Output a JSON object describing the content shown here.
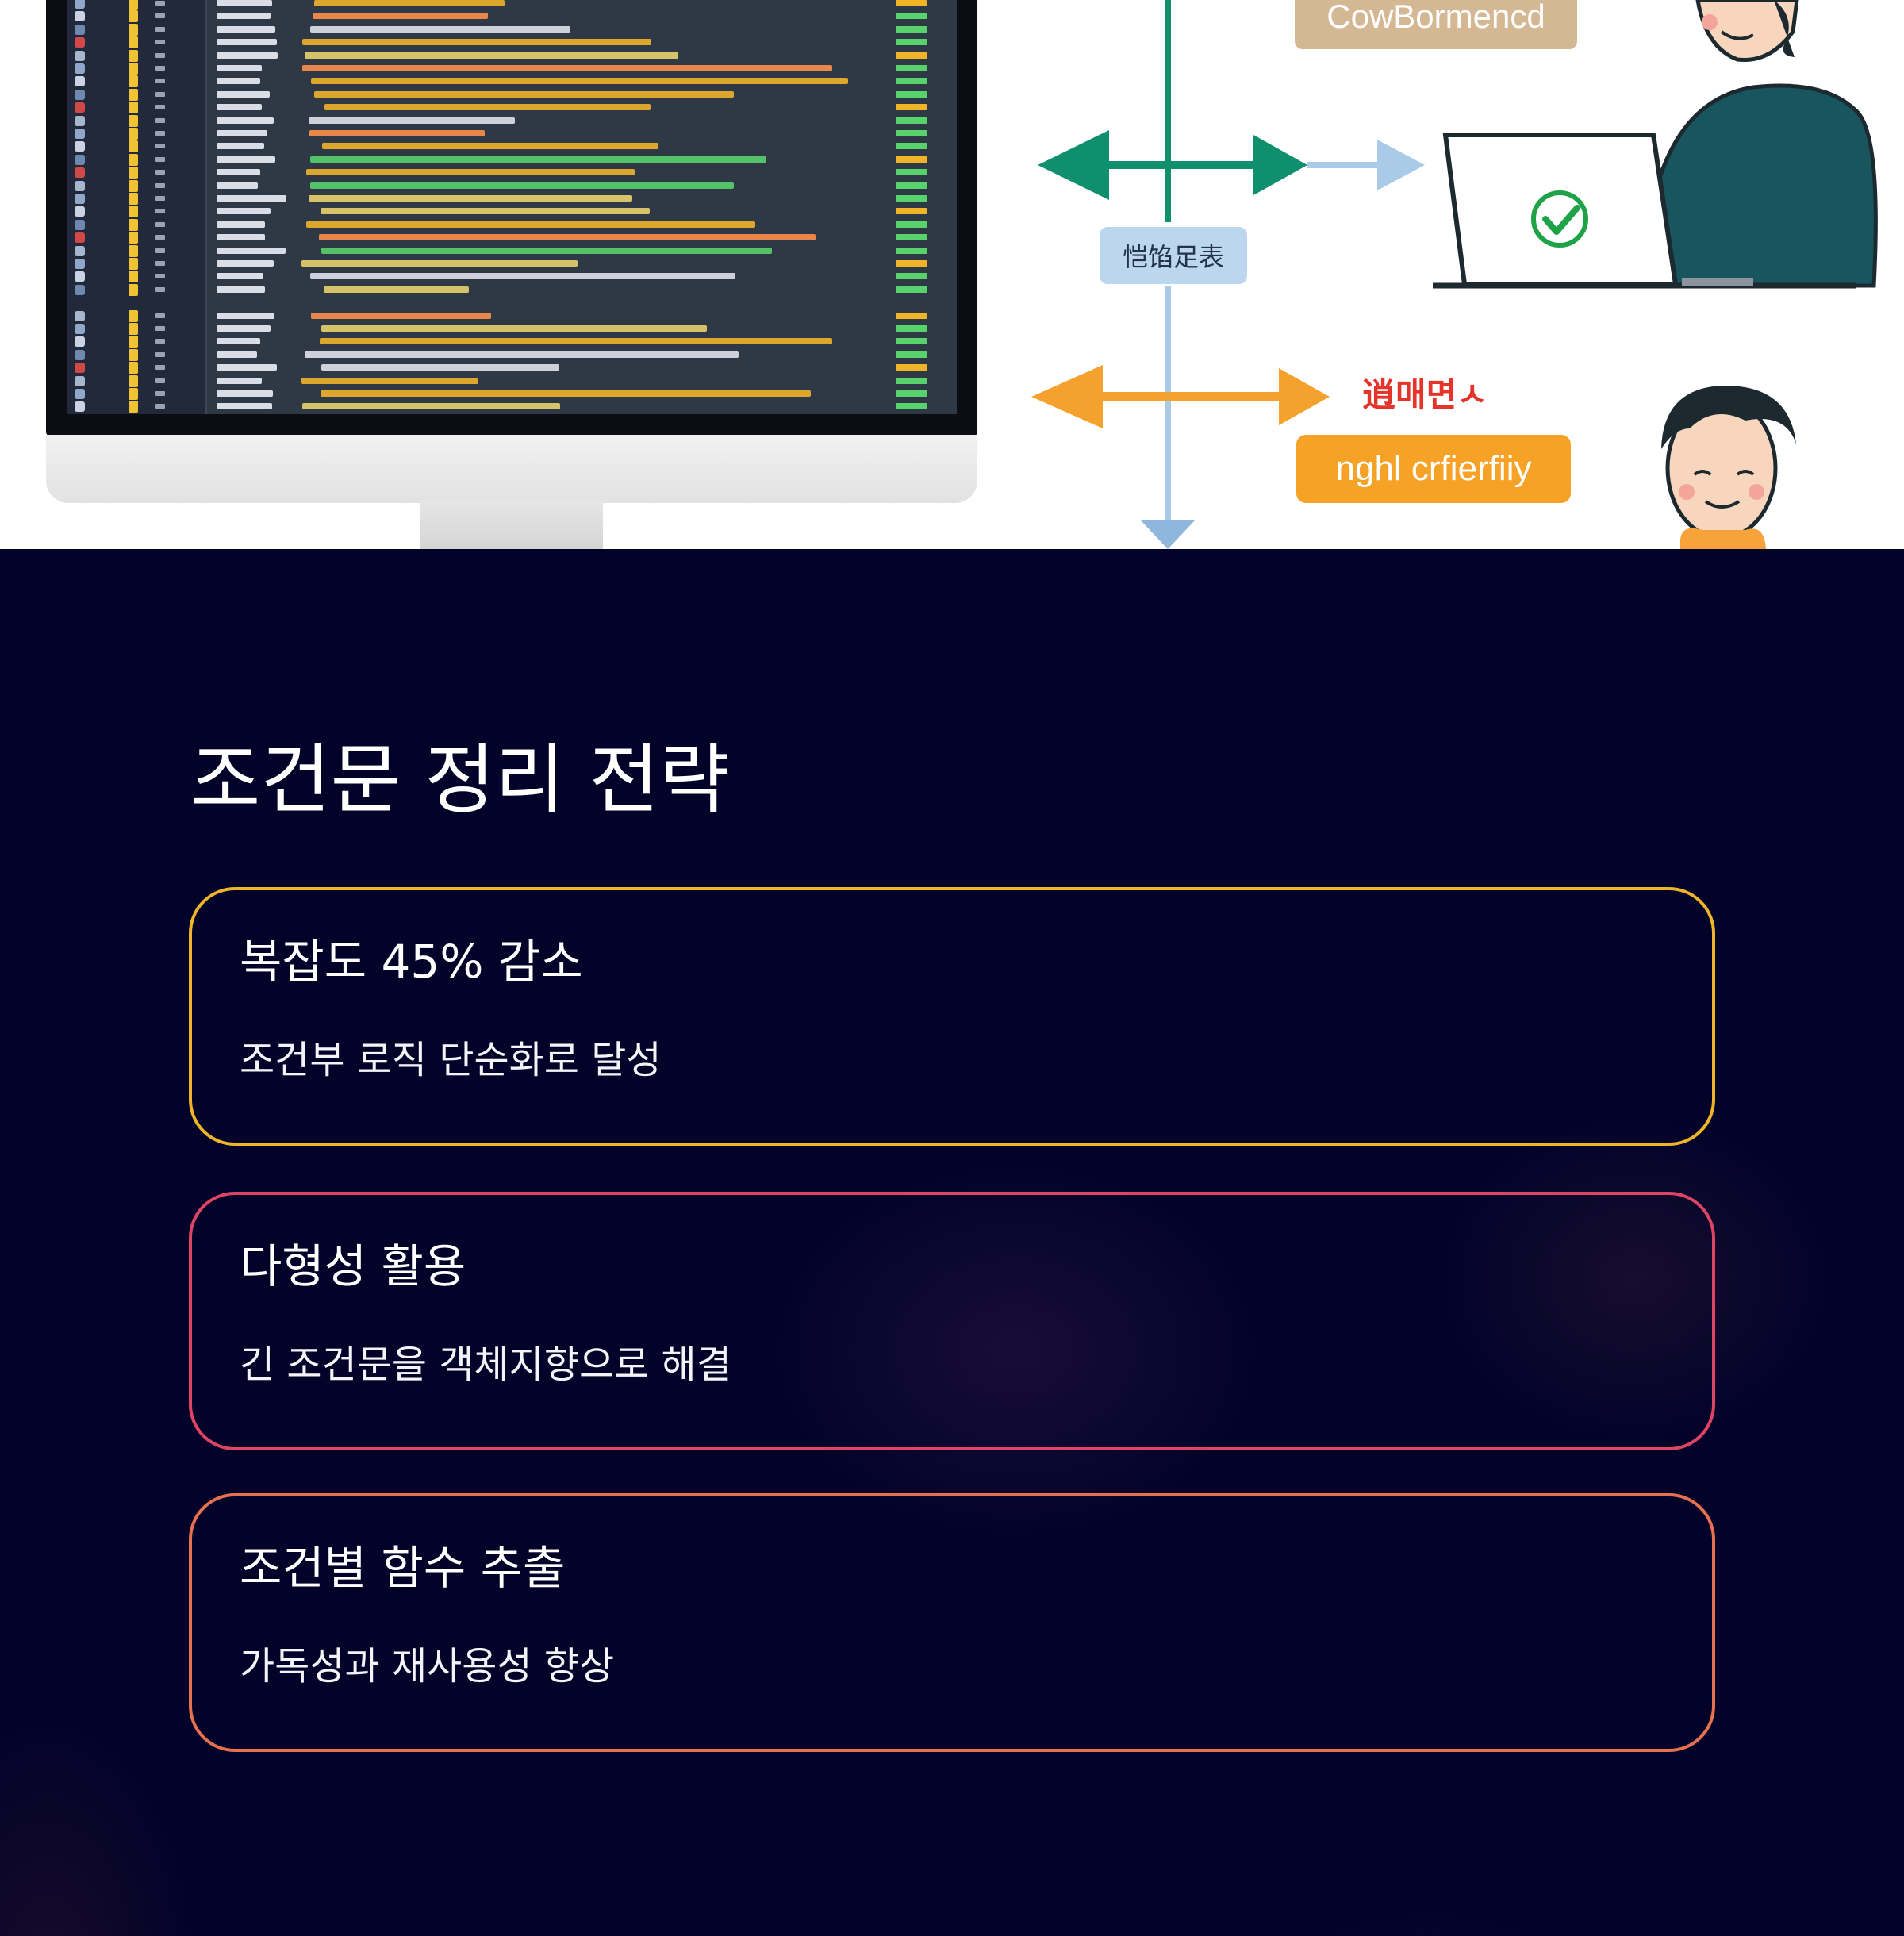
{
  "illustration": {
    "label_conformed": "CowBormencd",
    "label_center": "恺馅足表",
    "label_red": "逍매면ㅅ",
    "label_orange": "nghl crfierfiiy",
    "checkmark_icon": "check-circle-icon",
    "colors": {
      "teal": "#0f8f6e",
      "light_blue": "#a9cbe8",
      "orange": "#f5a12e",
      "red": "#e5342a"
    }
  },
  "section": {
    "title": "조건문 정리 전략",
    "background": "#03032a",
    "cards": [
      {
        "title": "복잡도 45% 감소",
        "desc": "조건부 로직 단순화로 달성",
        "border": "#f0b429"
      },
      {
        "title": "다형성 활용",
        "desc": "긴 조건문을 객체지향으로 해결",
        "border": "#df4464"
      },
      {
        "title": "조건별 함수 추출",
        "desc": "가독성과 재사용성 향상",
        "border": "#e87050"
      }
    ]
  }
}
